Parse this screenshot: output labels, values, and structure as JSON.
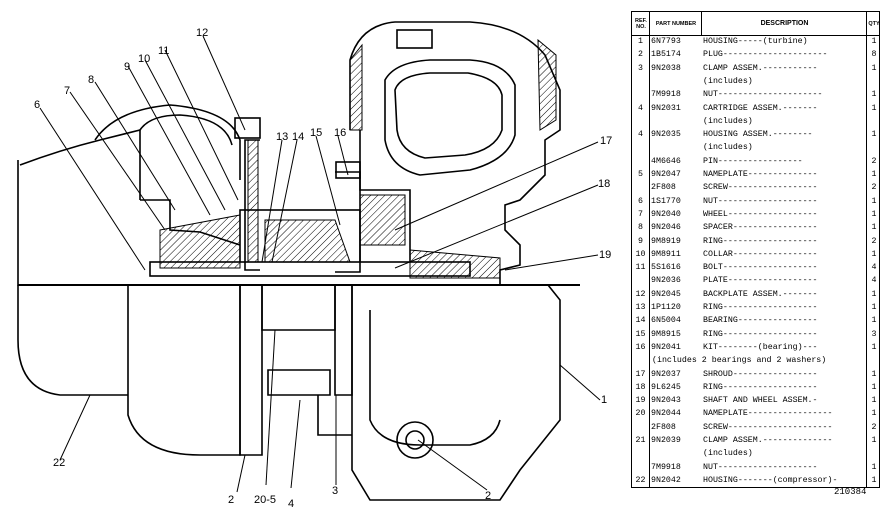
{
  "callouts": [
    "1",
    "2",
    "2",
    "3",
    "4",
    "6",
    "7",
    "8",
    "9",
    "10",
    "11",
    "12",
    "13",
    "14",
    "15",
    "16",
    "17",
    "18",
    "19",
    "20-5",
    "22"
  ],
  "table": {
    "headers": {
      "ref": "REF. NO.",
      "part": "PART NUMBER",
      "desc": "DESCRIPTION",
      "qty": "QTY"
    },
    "rows": [
      {
        "ref": "1",
        "part": "6N7793",
        "desc": "HOUSING-----(turbine)",
        "qty": "1"
      },
      {
        "ref": "2",
        "part": "1B5174",
        "desc": "PLUG---------------------",
        "qty": "8"
      },
      {
        "ref": "3",
        "part": "9N2038",
        "desc": "CLAMP ASSEM.-----------",
        "qty": "1"
      },
      {
        "ref": "",
        "part": "",
        "desc": "   (includes)",
        "qty": ""
      },
      {
        "ref": "",
        "part": "7M9918",
        "desc": "   NUT---------------------",
        "qty": "1"
      },
      {
        "ref": "4",
        "part": "9N2031",
        "desc": "CARTRIDGE ASSEM.-------",
        "qty": "1"
      },
      {
        "ref": "",
        "part": "",
        "desc": "   (includes)",
        "qty": ""
      },
      {
        "ref": "4",
        "part": "9N2035",
        "desc": "   HOUSING ASSEM.--------",
        "qty": "1"
      },
      {
        "ref": "",
        "part": "",
        "desc": "      (includes)",
        "qty": ""
      },
      {
        "ref": "",
        "part": "4M6646",
        "desc": "      PIN-----------------",
        "qty": "2"
      },
      {
        "ref": "5",
        "part": "9N2047",
        "desc": "   NAMEPLATE--------------",
        "qty": "1"
      },
      {
        "ref": "",
        "part": "2F808",
        "desc": "   SCREW------------------",
        "qty": "2"
      },
      {
        "ref": "6",
        "part": "1S1770",
        "desc": "   NUT--------------------",
        "qty": "1"
      },
      {
        "ref": "7",
        "part": "9N2040",
        "desc": "   WHEEL------------------",
        "qty": "1"
      },
      {
        "ref": "8",
        "part": "9N2046",
        "desc": "   SPACER-----------------",
        "qty": "1"
      },
      {
        "ref": "9",
        "part": "9M8919",
        "desc": "   RING-------------------",
        "qty": "2"
      },
      {
        "ref": "10",
        "part": "9M8911",
        "desc": "   COLLAR-----------------",
        "qty": "1"
      },
      {
        "ref": "11",
        "part": "5S1616",
        "desc": "   BOLT-------------------",
        "qty": "4"
      },
      {
        "ref": "",
        "part": "9N2036",
        "desc": "   PLATE------------------",
        "qty": "4"
      },
      {
        "ref": "12",
        "part": "9N2045",
        "desc": "   BACKPLATE ASSEM.-------",
        "qty": "1"
      },
      {
        "ref": "13",
        "part": "1P1120",
        "desc": "   RING-------------------",
        "qty": "1"
      },
      {
        "ref": "14",
        "part": "6N5004",
        "desc": "   BEARING----------------",
        "qty": "1"
      },
      {
        "ref": "15",
        "part": "9M8915",
        "desc": "   RING-------------------",
        "qty": "3"
      },
      {
        "ref": "16",
        "part": "9N2041",
        "desc": "   KIT--------(bearing)---",
        "qty": "1"
      },
      {
        "ref": "",
        "part": "",
        "desc": "(includes 2 bearings and 2 washers)",
        "qty": "",
        "note": true
      },
      {
        "ref": "17",
        "part": "9N2037",
        "desc": "   SHROUD-----------------",
        "qty": "1"
      },
      {
        "ref": "18",
        "part": "9L6245",
        "desc": "   RING-------------------",
        "qty": "1"
      },
      {
        "ref": "19",
        "part": "9N2043",
        "desc": "   SHAFT AND WHEEL ASSEM.-",
        "qty": "1"
      },
      {
        "ref": "20",
        "part": "9N2044",
        "desc": "NAMEPLATE-----------------",
        "qty": "1"
      },
      {
        "ref": "",
        "part": "2F808",
        "desc": "SCREW---------------------",
        "qty": "2"
      },
      {
        "ref": "21",
        "part": "9N2039",
        "desc": "CLAMP ASSEM.--------------",
        "qty": "1"
      },
      {
        "ref": "",
        "part": "",
        "desc": "   (includes)",
        "qty": ""
      },
      {
        "ref": "",
        "part": "7M9918",
        "desc": "   NUT--------------------",
        "qty": "1"
      },
      {
        "ref": "22",
        "part": "9N2042",
        "desc": "HOUSING-------(compressor)-",
        "qty": "1"
      }
    ]
  },
  "drawing_code": "210384"
}
